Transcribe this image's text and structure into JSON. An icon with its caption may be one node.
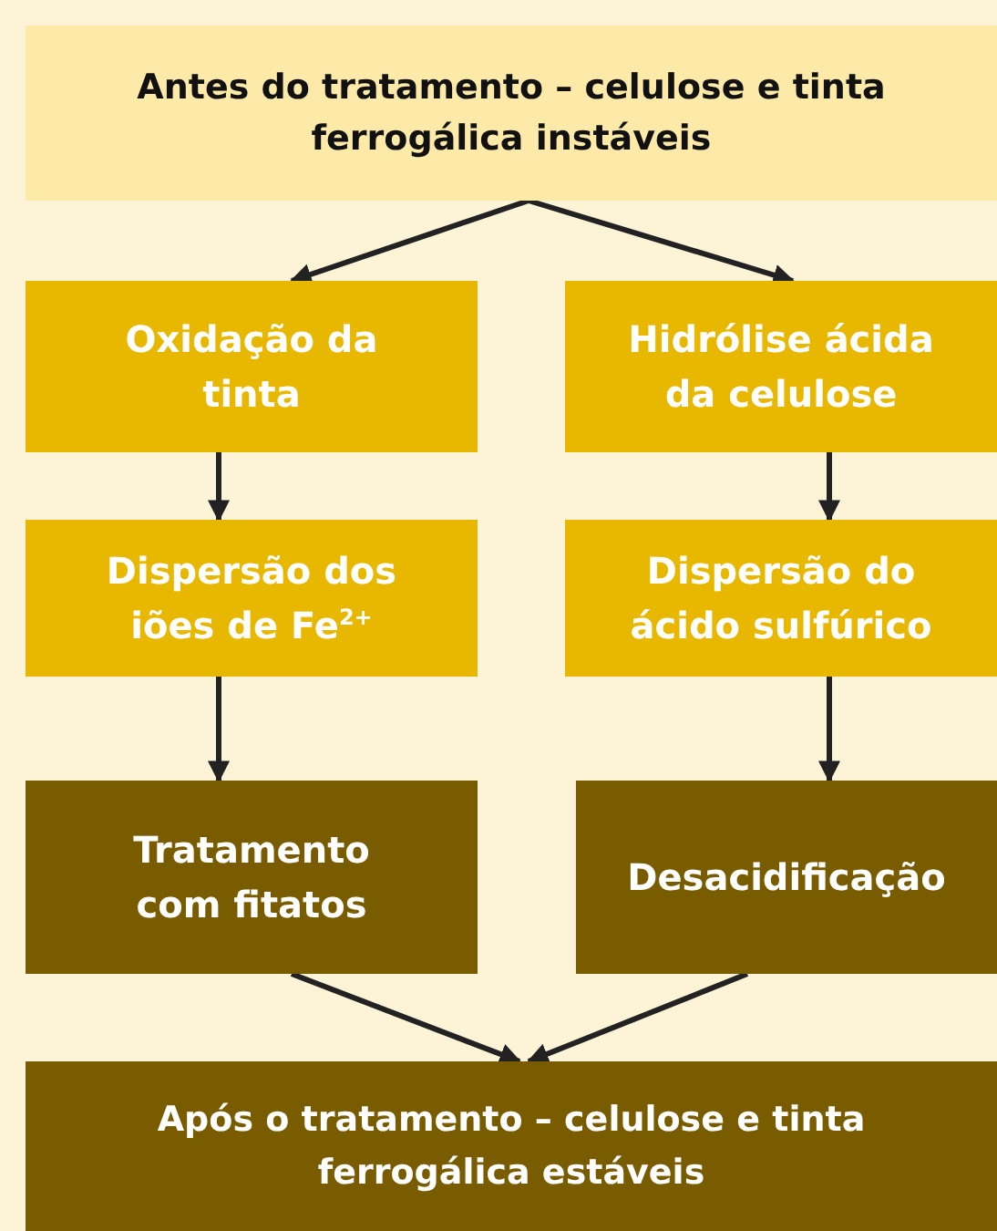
{
  "diagram": {
    "nodes": [
      {
        "text": [
          "Antes do tratamento – celulose e tinta ferrogálica instáveis"
        ]
      },
      {
        "text": [
          "Oxidação da tinta"
        ]
      },
      {
        "text": [
          "Hidrólise ácida da celulose"
        ]
      },
      {
        "text": [
          "Dispersão dos iões de Fe$^{2+}$"
        ]
      },
      {
        "text": [
          "Dispersão do ácido sulfúrico"
        ]
      },
      {
        "text": [
          "Tratamento com fitatos"
        ]
      },
      {
        "text": [
          "Desacidificação"
        ]
      },
      {
        "text": [
          "Após o tratamento – celulose e tinta ferrogálica estáveis"
        ]
      }
    ],
    "edges": [
      {
        "from": 0,
        "to": 1,
        "arrow": "to"
      },
      {
        "from": 0,
        "to": 2,
        "arrow": "to"
      },
      {
        "from": 1,
        "to": 3,
        "arrow": "to"
      },
      {
        "from": 2,
        "to": 4,
        "arrow": "to"
      },
      {
        "from": 3,
        "to": 5,
        "arrow": "to"
      },
      {
        "from": 4,
        "to": 6,
        "arrow": "to"
      },
      {
        "from": 5,
        "to": 7,
        "arrow": "to"
      },
      {
        "from": 6,
        "to": 7,
        "arrow": "to"
      }
    ]
  }
}
